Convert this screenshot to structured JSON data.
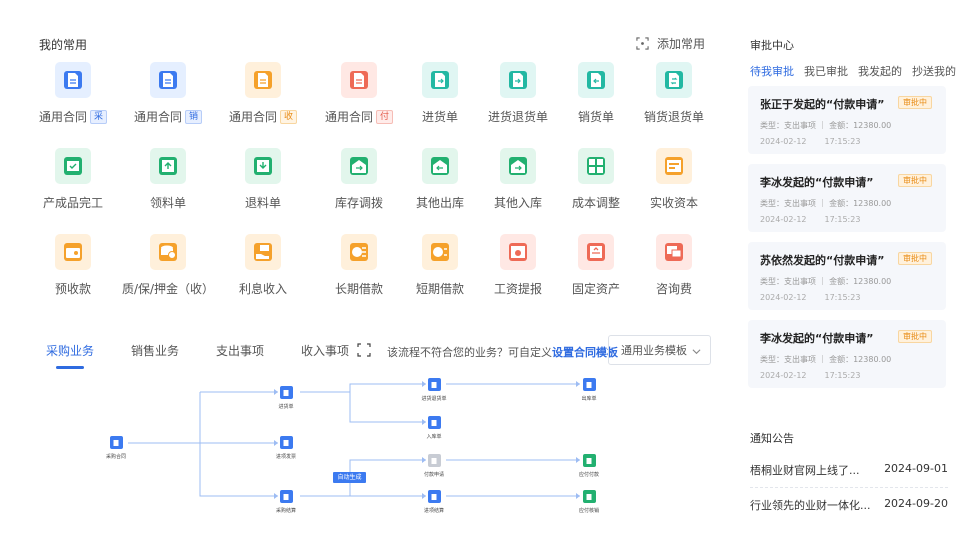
{
  "common": {
    "title": "我的常用",
    "add_label": "添加常用",
    "items": [
      {
        "label": "通用合同",
        "tag": "采",
        "tag_class": "tag-blue",
        "color": "blue",
        "icon": "document-icon"
      },
      {
        "label": "通用合同",
        "tag": "销",
        "tag_class": "tag-blue",
        "color": "blue",
        "icon": "document-icon"
      },
      {
        "label": "通用合同",
        "tag": "收",
        "tag_class": "tag-orange",
        "color": "orange",
        "icon": "document-icon"
      },
      {
        "label": "通用合同",
        "tag": "付",
        "tag_class": "tag-red",
        "color": "red",
        "icon": "document-icon"
      },
      {
        "label": "进货单",
        "tag": "",
        "color": "teal",
        "icon": "inbound-doc-icon"
      },
      {
        "label": "进货退货单",
        "tag": "",
        "color": "teal",
        "icon": "return-doc-icon"
      },
      {
        "label": "销货单",
        "tag": "",
        "color": "teal",
        "icon": "sales-doc-icon"
      },
      {
        "label": "销货退货单",
        "tag": "",
        "color": "teal",
        "icon": "sales-return-doc-icon"
      },
      {
        "label": "产成品完工",
        "tag": "",
        "color": "green",
        "icon": "finished-goods-icon"
      },
      {
        "label": "领料单",
        "tag": "",
        "color": "green",
        "icon": "upload-tray-icon"
      },
      {
        "label": "退料单",
        "tag": "",
        "color": "green",
        "icon": "download-tray-icon"
      },
      {
        "label": "库存调拨",
        "tag": "",
        "color": "green",
        "icon": "warehouse-transfer-icon"
      },
      {
        "label": "其他出库",
        "tag": "",
        "color": "green",
        "icon": "warehouse-out-icon"
      },
      {
        "label": "其他入库",
        "tag": "",
        "color": "green",
        "icon": "warehouse-in-icon"
      },
      {
        "label": "成本调整",
        "tag": "",
        "color": "green",
        "icon": "cost-grid-icon"
      },
      {
        "label": "实收资本",
        "tag": "",
        "color": "orange",
        "icon": "capital-icon"
      },
      {
        "label": "预收款",
        "tag": "",
        "color": "orange",
        "icon": "wallet-icon"
      },
      {
        "label": "质/保/押金（收）",
        "tag": "",
        "color": "orange",
        "icon": "coins-icon"
      },
      {
        "label": "利息收入",
        "tag": "",
        "color": "orange",
        "icon": "money-hand-icon"
      },
      {
        "label": "长期借款",
        "tag": "",
        "color": "orange",
        "icon": "loan-long-icon"
      },
      {
        "label": "短期借款",
        "tag": "",
        "color": "orange",
        "icon": "loan-short-icon"
      },
      {
        "label": "工资提报",
        "tag": "",
        "color": "red",
        "icon": "salary-icon"
      },
      {
        "label": "固定资产",
        "tag": "",
        "color": "red",
        "icon": "asset-box-icon"
      },
      {
        "label": "咨询费",
        "tag": "",
        "color": "red",
        "icon": "consult-icon"
      }
    ]
  },
  "business": {
    "tabs": [
      "采购业务",
      "销售业务",
      "支出事项",
      "收入事项"
    ],
    "active_tab": 0,
    "hint_text": "该流程不符合您的业务？可自定义",
    "hint_link": "设置合同模板",
    "template_select": "通用业务模板",
    "auto_badge": "自动生成",
    "nodes": [
      {
        "label": "采购合同",
        "color": "#3c7af0"
      },
      {
        "label": "进货单",
        "color": "#3c7af0"
      },
      {
        "label": "进货退货单",
        "color": "#3c7af0"
      },
      {
        "label": "出库单",
        "color": "#3c7af0"
      },
      {
        "label": "入库单",
        "color": "#3c7af0"
      },
      {
        "label": "进项发票",
        "color": "#3c7af0"
      },
      {
        "label": "付款申请",
        "color": "#c8ccd4"
      },
      {
        "label": "采购结算",
        "color": "#3c7af0"
      },
      {
        "label": "进项结算",
        "color": "#3c7af0"
      },
      {
        "label": "应付付款",
        "color": "#22b070"
      },
      {
        "label": "应付核销",
        "color": "#22b070"
      }
    ]
  },
  "approval": {
    "title": "审批中心",
    "tabs": [
      "待我审批",
      "我已审批",
      "我发起的",
      "抄送我的"
    ],
    "active_tab": 0,
    "cards": [
      {
        "title": "张正于发起的“付款申请”",
        "badge": "审批中",
        "meta": "类型：支出事项 ｜ 金额：12380.00",
        "date": "2024-02-12",
        "time": "17:15:23"
      },
      {
        "title": "李冰发起的“付款申请”",
        "badge": "审批中",
        "meta": "类型：支出事项 ｜ 金额：12380.00",
        "date": "2024-02-12",
        "time": "17:15:23"
      },
      {
        "title": "苏依然发起的“付款申请”",
        "badge": "审批中",
        "meta": "类型：支出事项 ｜ 金额：12380.00",
        "date": "2024-02-12",
        "time": "17:15:23"
      },
      {
        "title": "李冰发起的“付款申请”",
        "badge": "审批中",
        "meta": "类型：支出事项 ｜ 金额：12380.00",
        "date": "2024-02-12",
        "time": "17:15:23"
      }
    ]
  },
  "notices": {
    "title": "通知公告",
    "items": [
      {
        "text": "梧桐业财官网上线了...",
        "date": "2024-09-01"
      },
      {
        "text": "行业领先的业财一体化...",
        "date": "2024-09-20"
      }
    ]
  }
}
